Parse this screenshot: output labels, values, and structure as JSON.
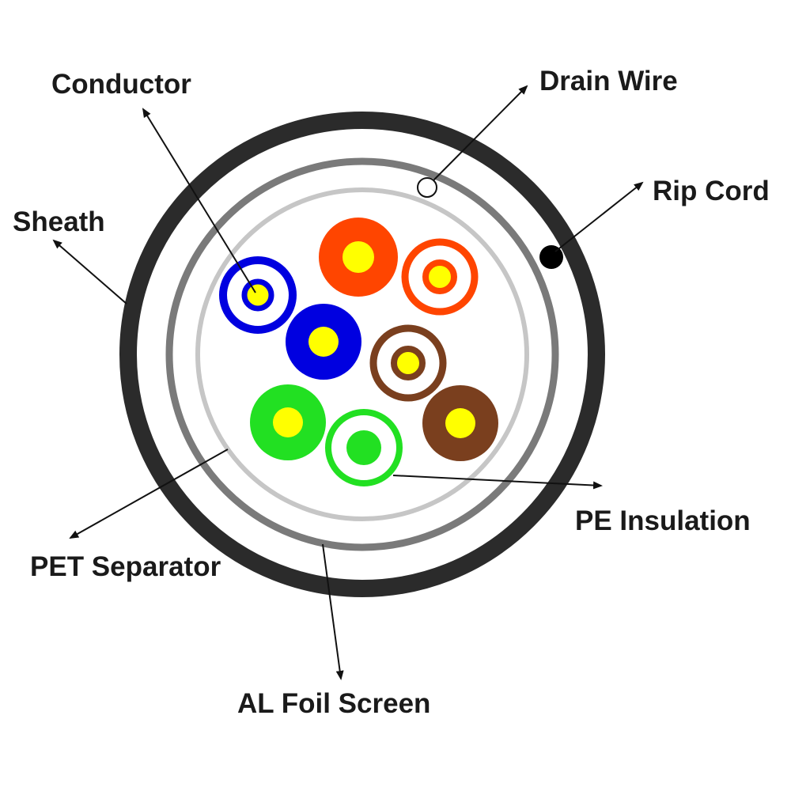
{
  "labels": {
    "conductor": "Conductor",
    "drain_wire": "Drain Wire",
    "rip_cord": "Rip Cord",
    "sheath": "Sheath",
    "pet_separator": "PET Separator",
    "pe_insulation": "PE Insulation",
    "al_foil_screen": "AL Foil Screen"
  },
  "colors": {
    "sheath": "#2b2b2b",
    "foil": "#7a7a7a",
    "separator": "#c6c6c6",
    "conductor_core": "#ffff00",
    "blue": "#0000e0",
    "orange": "#ff4500",
    "brown": "#7a3f1e",
    "green": "#22e022",
    "rip_cord": "#000000"
  },
  "pairs": [
    {
      "color": "blue",
      "solid_wire": "blue",
      "striped_wire": "blue-white"
    },
    {
      "color": "orange",
      "solid_wire": "orange",
      "striped_wire": "orange-white"
    },
    {
      "color": "brown",
      "solid_wire": "brown",
      "striped_wire": "brown-white"
    },
    {
      "color": "green",
      "solid_wire": "green",
      "striped_wire": "green-white"
    }
  ]
}
